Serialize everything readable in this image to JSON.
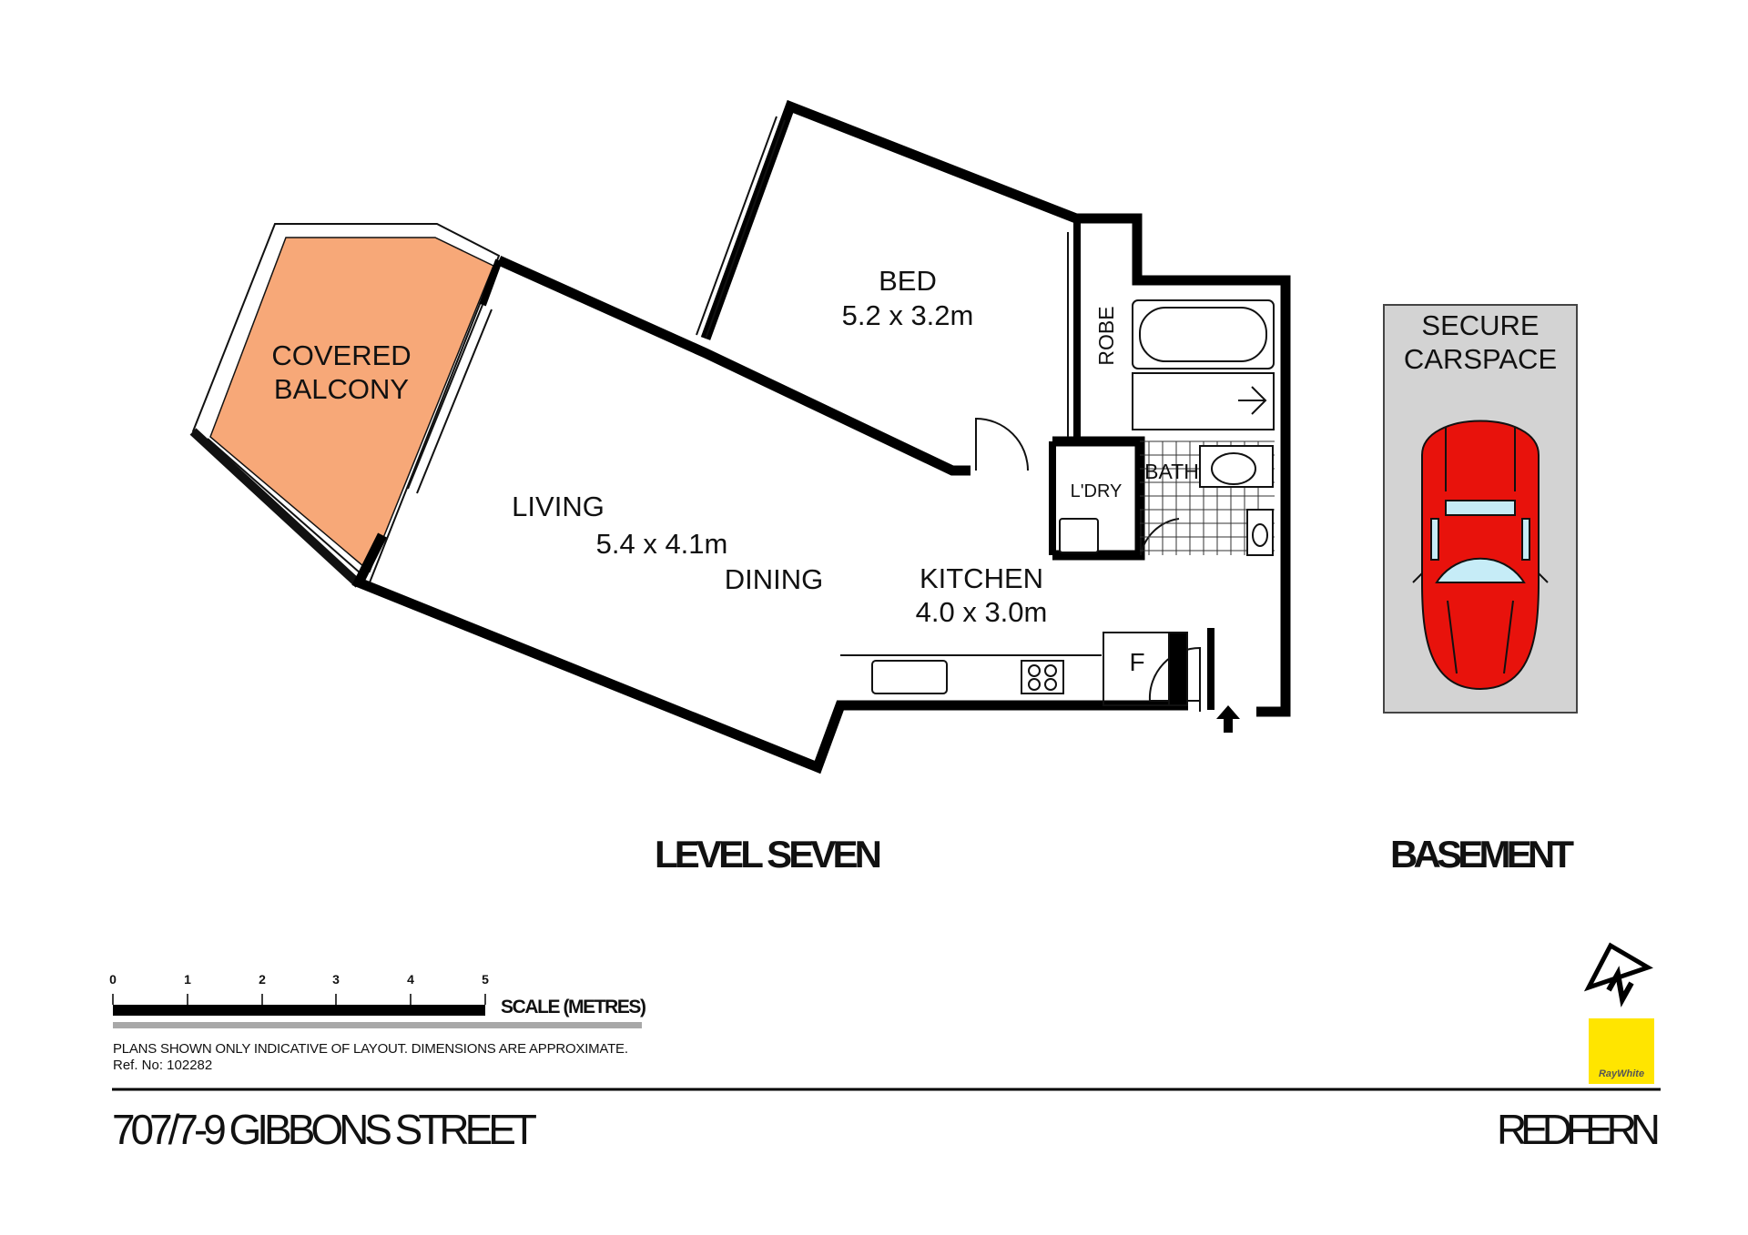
{
  "plan": {
    "rooms": {
      "balcony": [
        "COVERED",
        "BALCONY"
      ],
      "bed": {
        "name": "BED",
        "size": "5.2 x 3.2m"
      },
      "robe": "ROBE",
      "living": {
        "name": "LIVING",
        "size": "5.4 x 4.1m"
      },
      "dining": "DINING",
      "kitchen": {
        "name": "KITCHEN",
        "size": "4.0 x 3.0m"
      },
      "laundry": "L'DRY",
      "bath": "BATH",
      "fridge": "F",
      "carspace": [
        "SECURE",
        "CARSPACE"
      ]
    },
    "level_title": "LEVEL SEVEN",
    "basement_title": "BASEMENT",
    "colors": {
      "balcony": "#f7a878",
      "car": "#e8120c",
      "carspace": "#d3d3d3",
      "brand": "#ffe500"
    }
  },
  "scale": {
    "ticks": [
      "0",
      "1",
      "2",
      "3",
      "4",
      "5"
    ],
    "label": "SCALE (METRES)"
  },
  "disclaimer": "PLANS SHOWN ONLY INDICATIVE OF LAYOUT.  DIMENSIONS ARE APPROXIMATE.",
  "ref": "Ref. No: 102282",
  "address": "707/7-9 GIBBONS STREET",
  "suburb": "REDFERN",
  "logo": "RayWhite",
  "north_icon": "north-arrow-icon"
}
